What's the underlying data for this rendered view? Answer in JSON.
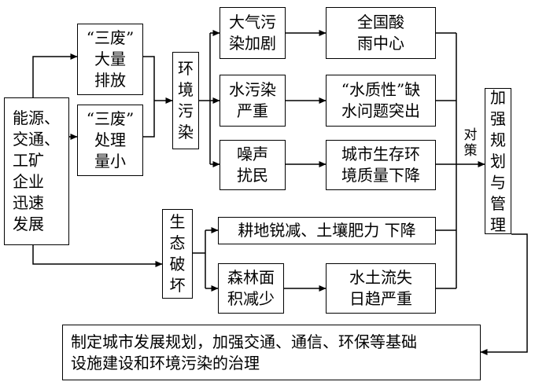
{
  "nodes": {
    "origin": "能源、\n交通、\n工矿\n企业\n迅速\n发展",
    "waste_emission": "“三废”\n大量\n排放",
    "waste_treatment": "“三废”\n处理\n量小",
    "env_pollution": "环\n境\n污\n染",
    "air_pollution": "大气污\n染加剧",
    "acid_rain": "全国酸\n雨中心",
    "water_pollution": "水污染\n严重",
    "water_quality": "“水质性”缺\n水问题突出",
    "noise": "噪声\n扰民",
    "city_env": "城市生存环\n境质量下降",
    "eco_damage": "生\n态\n破\n坏",
    "farmland": "耕地锐减、土壤肥力 下降",
    "forest": "森林面\n积减少",
    "soil_erosion": "水土流失\n日趋严重",
    "planning": "加\n强\n规\n划\n与\n管\n理",
    "final": "制定城市发展规划，加强交通、通信、环保等基础\n设施建设和环境污染的治理"
  },
  "labels": {
    "countermeasure": "对\n策"
  },
  "colors": {
    "stroke": "#000000",
    "background": "#ffffff"
  }
}
